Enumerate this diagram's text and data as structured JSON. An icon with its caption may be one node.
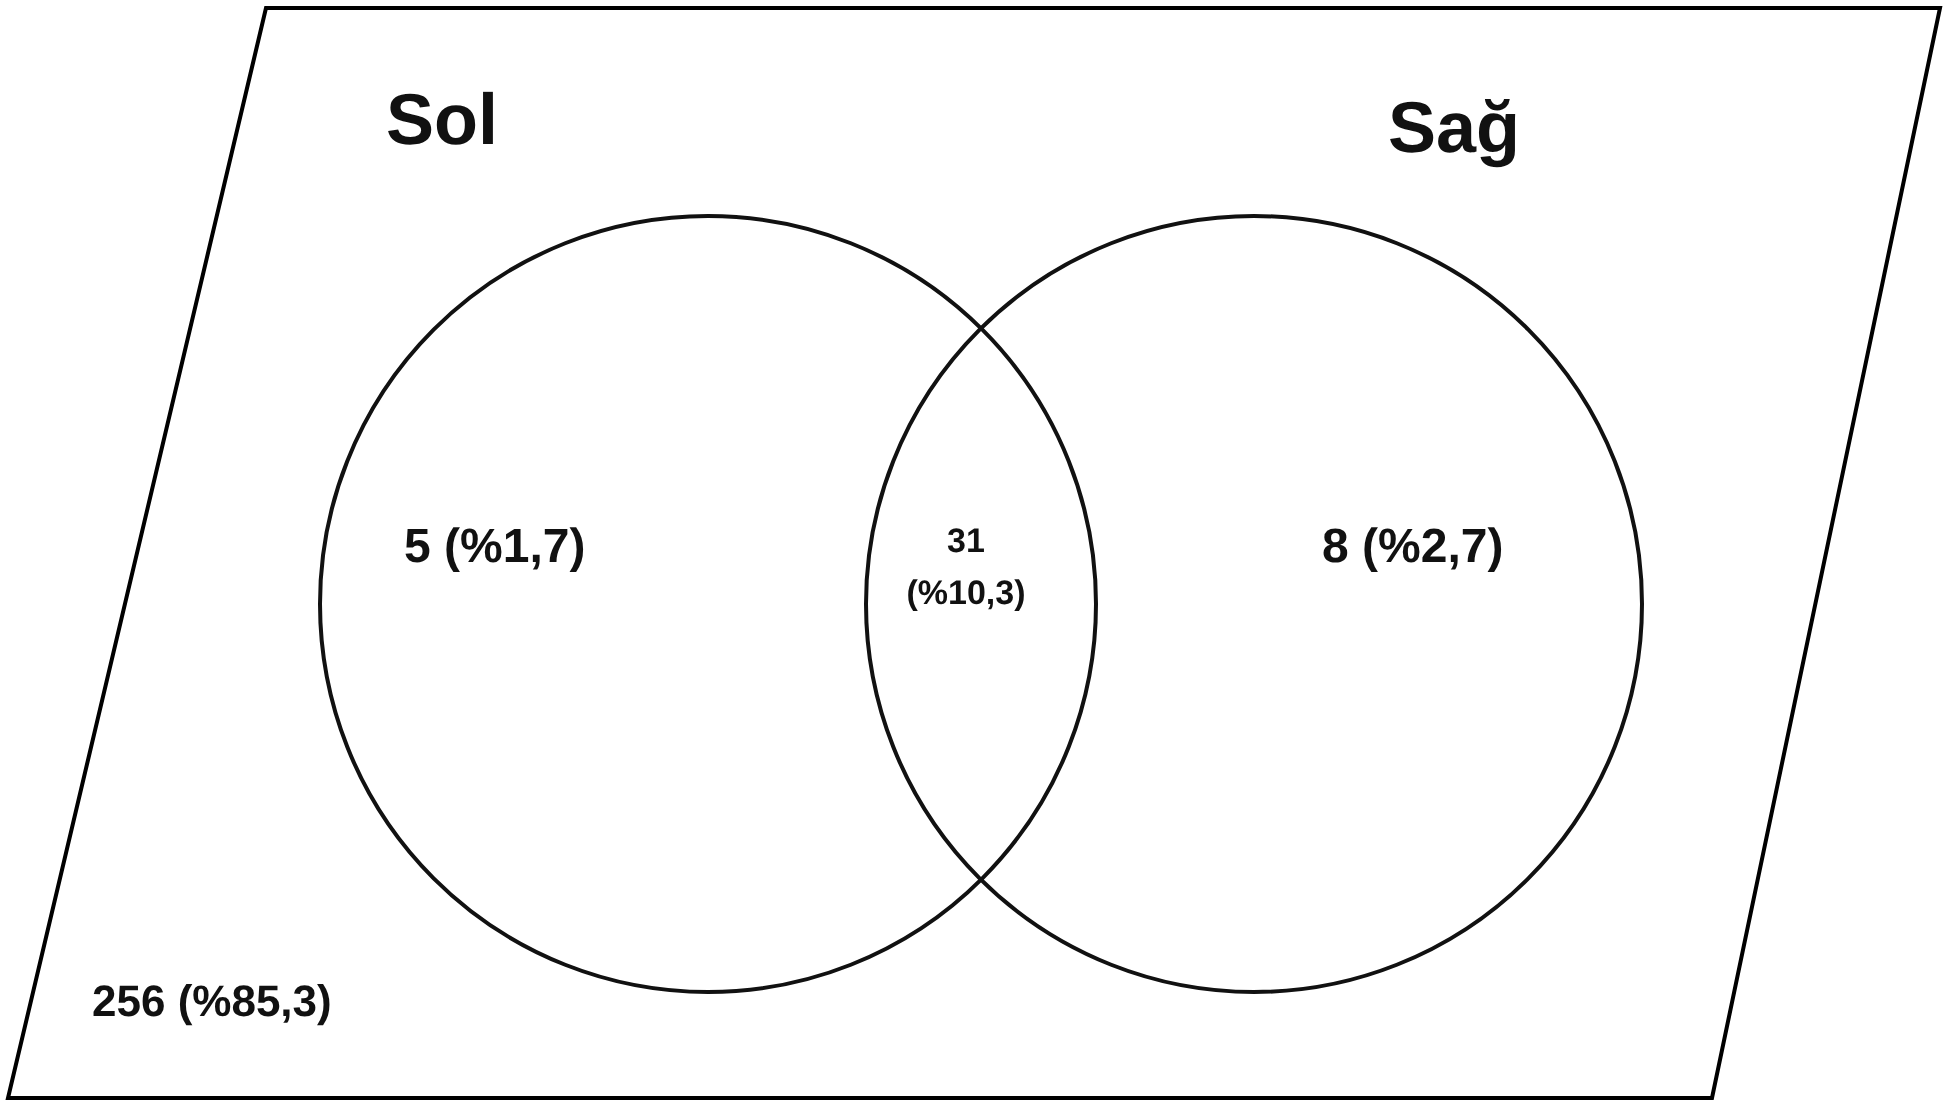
{
  "diagram": {
    "nodes": [
      {
        "text": [
          "256 (%85,3)"
        ]
      },
      {
        "text": [
          "Sol",
          "5 (%1,7)"
        ],
        "in": 0
      },
      {
        "text": [
          "Sağ",
          "8 (%2,7)"
        ],
        "in": 0
      }
    ],
    "labels": [
      "31 (%10,3)"
    ]
  }
}
